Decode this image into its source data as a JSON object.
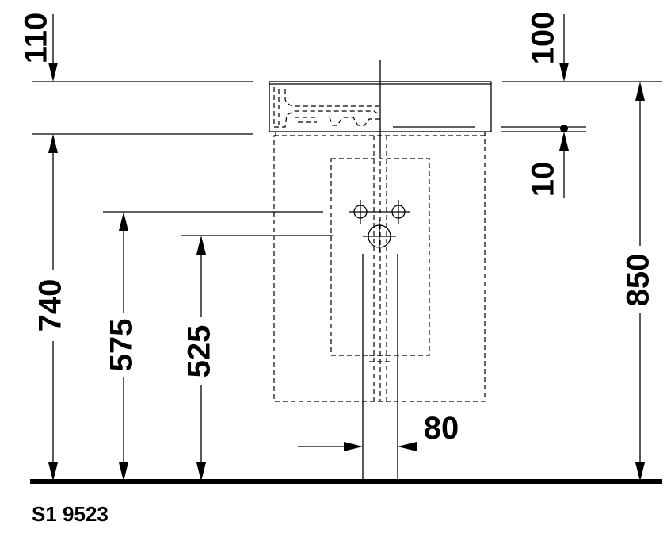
{
  "drawing": {
    "dimensions": {
      "rim_height_top": "110",
      "basin_depth": "100",
      "rim_thickness": "10",
      "overall_height": "850",
      "mount_height": "740",
      "upper_supply_height": "575",
      "waste_height": "525",
      "trap_width": "80"
    },
    "product_code": "S1 9523"
  }
}
